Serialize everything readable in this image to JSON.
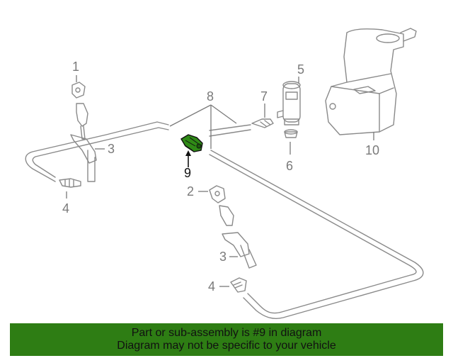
{
  "callouts": {
    "c1": "1",
    "c2": "2",
    "c3a": "3",
    "c3b": "3",
    "c4a": "4",
    "c4b": "4",
    "c5": "5",
    "c6": "6",
    "c7": "7",
    "c8": "8",
    "c9": "9",
    "c10": "10"
  },
  "banner": {
    "line1": "Part or sub-assembly is #9 in diagram",
    "line2": "Diagram may not be specific to your vehicle"
  },
  "colors": {
    "banner_bg": "#2e7d14",
    "highlight_part": "#2f8a16",
    "line_art": "#8a8a8a"
  }
}
